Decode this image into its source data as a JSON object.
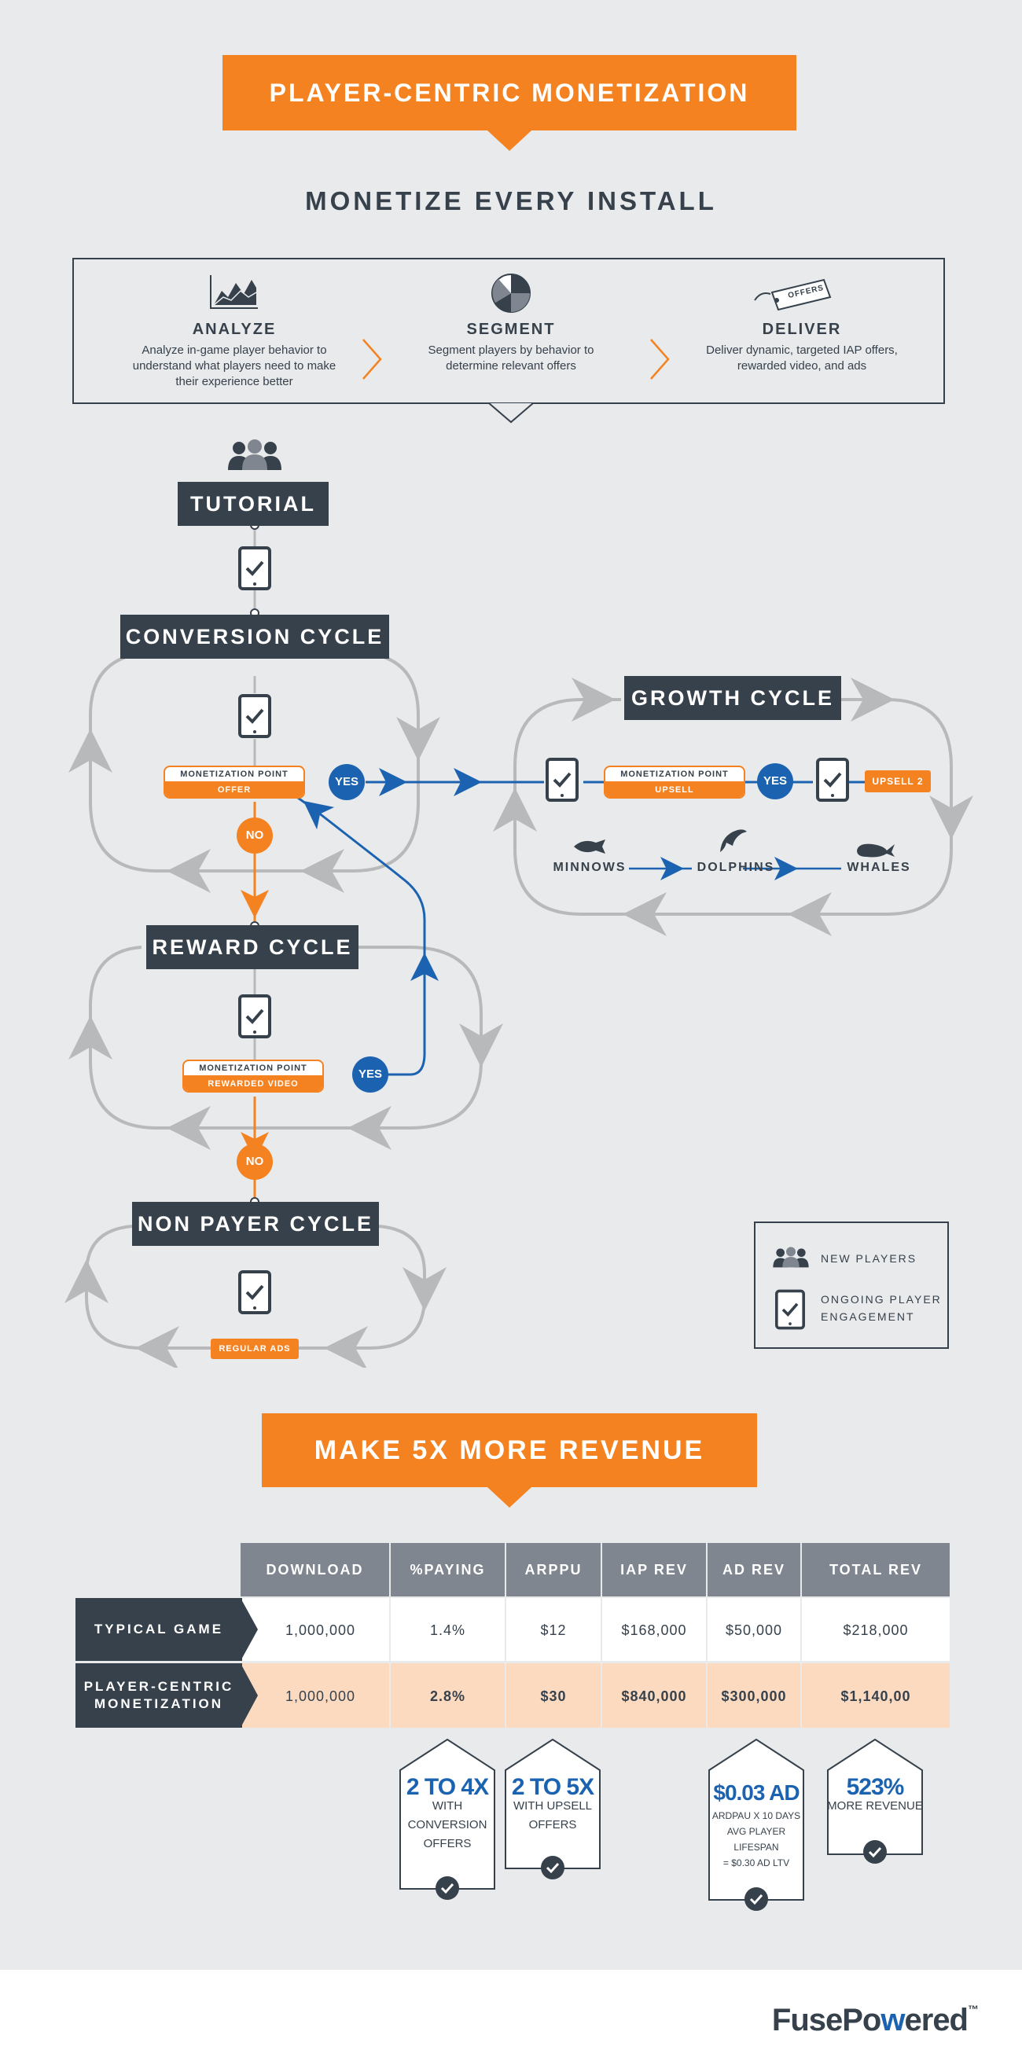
{
  "header": {
    "title": "PLAYER-CENTRIC MONETIZATION",
    "subtitle": "MONETIZE EVERY INSTALL"
  },
  "steps": [
    {
      "title": "ANALYZE",
      "desc1": "Analyze in-game player behavior to",
      "desc2": "understand what players need to make",
      "desc3": "their experience better",
      "icon": "chart-icon"
    },
    {
      "title": "SEGMENT",
      "desc1": "Segment players by behavior to",
      "desc2": "determine relevant offers",
      "desc3": "",
      "icon": "pie-icon"
    },
    {
      "title": "DELIVER",
      "desc1": "Deliver dynamic, targeted IAP offers,",
      "desc2": "rewarded video, and ads",
      "desc3": "",
      "icon": "offers-tag-icon",
      "tag_text": "OFFERS"
    }
  ],
  "flow": {
    "tutorial": "TUTORIAL",
    "conversion_cycle": "CONVERSION CYCLE",
    "growth_cycle": "GROWTH CYCLE",
    "reward_cycle": "REWARD CYCLE",
    "non_payer_cycle": "NON PAYER CYCLE",
    "mp_label": "MONETIZATION POINT",
    "offer": "OFFER",
    "upsell": "UPSELL",
    "upsell2": "UPSELL 2",
    "rewarded_video": "REWARDED VIDEO",
    "regular_ads": "REGULAR ADS",
    "yes": "YES",
    "no": "NO",
    "minnows": "MINNOWS",
    "dolphins": "DOLPHINS",
    "whales": "WHALES"
  },
  "legend": {
    "new_players": "NEW PLAYERS",
    "engagement1": "ONGOING PLAYER",
    "engagement2": "ENGAGEMENT"
  },
  "revenue": {
    "title": "MAKE 5X MORE REVENUE",
    "columns": [
      "DOWNLOAD",
      "%PAYING",
      "ARPPU",
      "IAP REV",
      "AD REV",
      "TOTAL REV"
    ],
    "rows": [
      {
        "label1": "TYPICAL GAME",
        "label2": "",
        "values": [
          "1,000,000",
          "1.4%",
          "$12",
          "$168,000",
          "$50,000",
          "$218,000"
        ]
      },
      {
        "label1": "PLAYER-CENTRIC",
        "label2": "MONETIZATION",
        "values": [
          "1,000,000",
          "2.8%",
          "$30",
          "$840,000",
          "$300,000",
          "$1,140,00"
        ]
      }
    ]
  },
  "stats": [
    {
      "big": "2 TO 4X",
      "l1": "WITH",
      "l2": "CONVERSION",
      "l3": "OFFERS",
      "l4": ""
    },
    {
      "big": "2 TO 5X",
      "l1": "WITH UPSELL",
      "l2": "OFFERS",
      "l3": "",
      "l4": ""
    },
    {
      "big": "$0.03 AD",
      "l1": "ARDPAU X 10 DAYS",
      "l2": "AVG PLAYER",
      "l3": "LIFESPAN",
      "l4": "= $0.30 AD LTV"
    },
    {
      "big": "523%",
      "l1": "MORE REVENUE",
      "l2": "",
      "l3": "",
      "l4": ""
    }
  ],
  "footer": {
    "brand_a": "FusePo",
    "brand_b": "w",
    "brand_c": "ered",
    "tm": "™"
  },
  "colors": {
    "orange": "#f58220",
    "dark": "#36414b",
    "blue": "#1b63b0",
    "gray": "#b8b9bb",
    "peach": "#fcdac0"
  }
}
